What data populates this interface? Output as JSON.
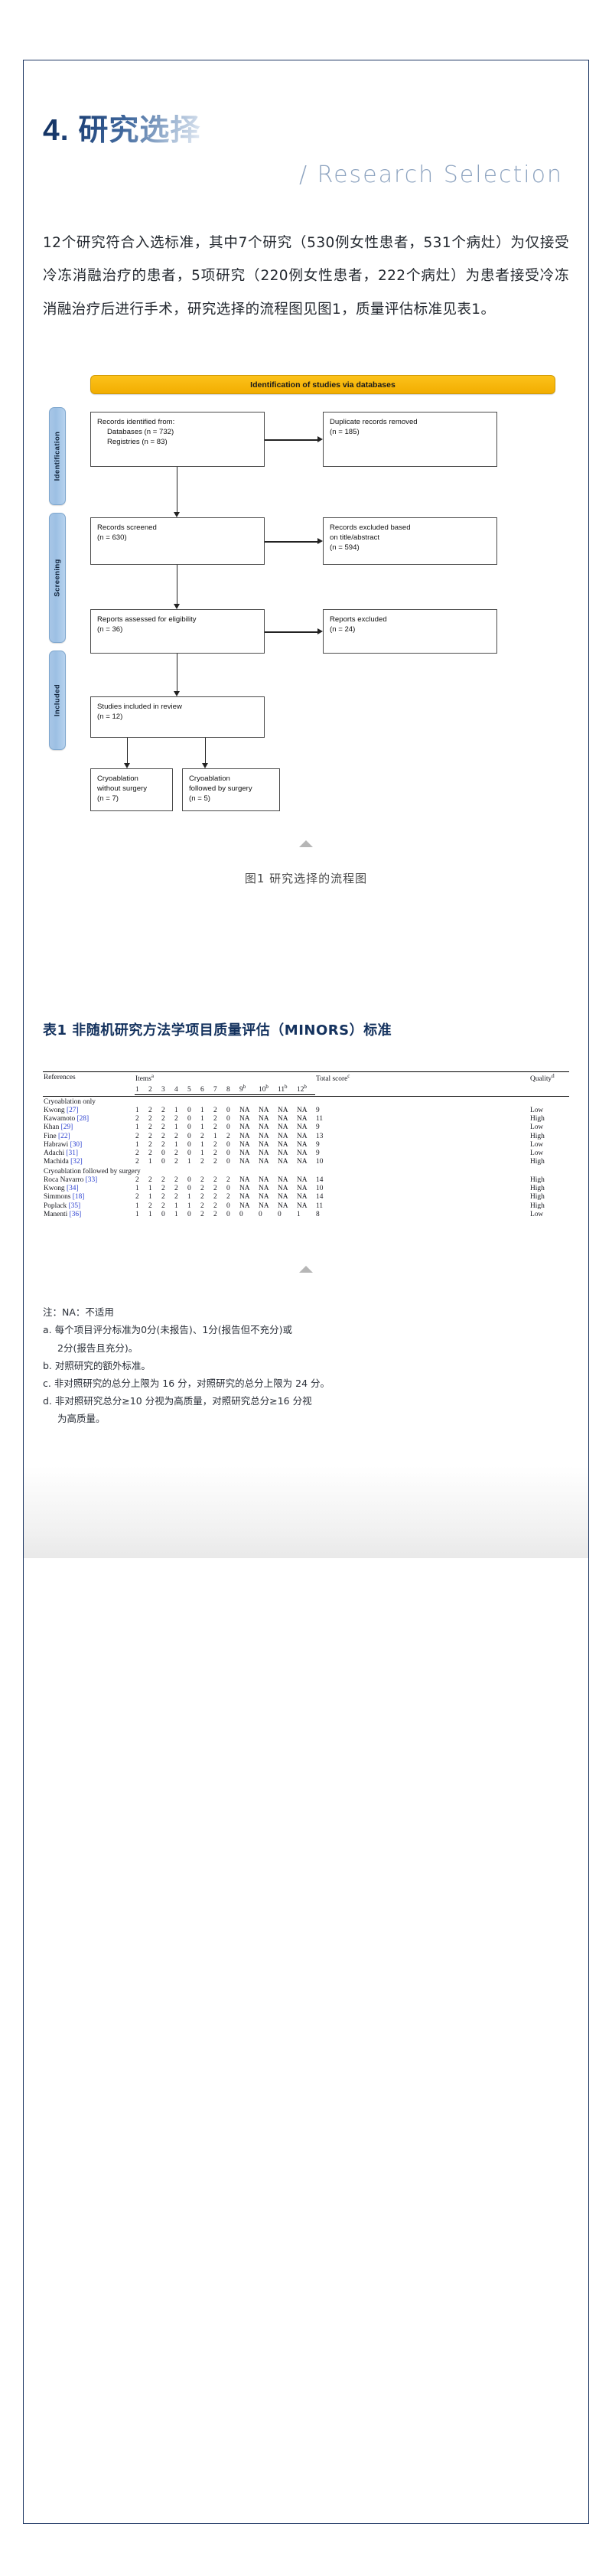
{
  "section": {
    "title_cn": "4. 研究选择",
    "title_en": "/ Research Selection"
  },
  "body": {
    "paragraph": "12个研究符合入选标准，其中7个研究（530例女性患者，531个病灶）为仅接受冷冻消融治疗的患者，5项研究（220例女性患者，222个病灶）为患者接受冷冻消融治疗后进行手术，研究选择的流程图见图1，质量评估标准见表1。"
  },
  "figure": {
    "banner": "Identification of studies via databases",
    "stage_labels": [
      "Identification",
      "Screening",
      "Included"
    ],
    "boxes": {
      "identified_title": "Records identified from:",
      "identified_l1": "Databases (n = 732)",
      "identified_l2": "Registries (n = 83)",
      "duplicates_l1": "Duplicate records removed",
      "duplicates_l2": "(n = 185)",
      "screened_l1": "Records screened",
      "screened_l2": "(n = 630)",
      "excluded_title_l1": "Records excluded based",
      "excluded_title_l2": "on title/abstract",
      "excluded_title_l3": "(n = 594)",
      "eligibility_l1": "Reports assessed for eligibility",
      "eligibility_l2": "(n = 36)",
      "reports_excluded_l1": "Reports excluded",
      "reports_excluded_l2": "(n = 24)",
      "included_l1": "Studies included in review",
      "included_l2": "(n = 12)",
      "cryo_nosurg_l1": "Cryoablation",
      "cryo_nosurg_l2": "without surgery",
      "cryo_nosurg_l3": "(n = 7)",
      "cryo_surg_l1": "Cryoablation",
      "cryo_surg_l2": "followed by surgery",
      "cryo_surg_l3": "(n = 5)"
    },
    "caption": "图1 研究选择的流程图"
  },
  "table": {
    "title": "表1 非随机研究方法学项目质量评估（MINORS）标准",
    "headers": {
      "references": "References",
      "items": "Items",
      "items_sup": "a",
      "total": "Total score",
      "total_sup": "c",
      "quality": "Quality",
      "quality_sup": "d"
    },
    "item_columns": [
      "1",
      "2",
      "3",
      "4",
      "5",
      "6",
      "7",
      "8",
      "9",
      "10",
      "11",
      "12"
    ],
    "item_sups": [
      "",
      "",
      "",
      "",
      "",
      "",
      "",
      "",
      "b",
      "b",
      "b",
      "b"
    ],
    "groups": [
      {
        "label": "Cryoablation only",
        "rows": [
          {
            "name": "Kwong",
            "ref": "[27]",
            "items": [
              "1",
              "2",
              "2",
              "1",
              "0",
              "1",
              "2",
              "0",
              "NA",
              "NA",
              "NA",
              "NA"
            ],
            "total": "9",
            "quality": "Low"
          },
          {
            "name": "Kawamoto",
            "ref": "[28]",
            "items": [
              "2",
              "2",
              "2",
              "2",
              "0",
              "1",
              "2",
              "0",
              "NA",
              "NA",
              "NA",
              "NA"
            ],
            "total": "11",
            "quality": "High"
          },
          {
            "name": "Khan",
            "ref": "[29]",
            "items": [
              "1",
              "2",
              "2",
              "1",
              "0",
              "1",
              "2",
              "0",
              "NA",
              "NA",
              "NA",
              "NA"
            ],
            "total": "9",
            "quality": "Low"
          },
          {
            "name": "Fine",
            "ref": "[22]",
            "items": [
              "2",
              "2",
              "2",
              "2",
              "0",
              "2",
              "1",
              "2",
              "NA",
              "NA",
              "NA",
              "NA"
            ],
            "total": "13",
            "quality": "High"
          },
          {
            "name": "Habrawi",
            "ref": "[30]",
            "items": [
              "1",
              "2",
              "2",
              "1",
              "0",
              "1",
              "2",
              "0",
              "NA",
              "NA",
              "NA",
              "NA"
            ],
            "total": "9",
            "quality": "Low"
          },
          {
            "name": "Adachi",
            "ref": "[31]",
            "items": [
              "2",
              "2",
              "0",
              "2",
              "0",
              "1",
              "2",
              "0",
              "NA",
              "NA",
              "NA",
              "NA"
            ],
            "total": "9",
            "quality": "Low"
          },
          {
            "name": "Machida",
            "ref": "[32]",
            "items": [
              "2",
              "1",
              "0",
              "2",
              "1",
              "2",
              "2",
              "0",
              "NA",
              "NA",
              "NA",
              "NA"
            ],
            "total": "10",
            "quality": "High"
          }
        ]
      },
      {
        "label": "Cryoablation followed by surgery",
        "rows": [
          {
            "name": "Roca Navarro",
            "ref": "[33]",
            "items": [
              "2",
              "2",
              "2",
              "2",
              "0",
              "2",
              "2",
              "2",
              "NA",
              "NA",
              "NA",
              "NA"
            ],
            "total": "14",
            "quality": "High"
          },
          {
            "name": "Kwong",
            "ref": "[34]",
            "items": [
              "1",
              "1",
              "2",
              "2",
              "0",
              "2",
              "2",
              "0",
              "NA",
              "NA",
              "NA",
              "NA"
            ],
            "total": "10",
            "quality": "High"
          },
          {
            "name": "Simmons",
            "ref": "[18]",
            "items": [
              "2",
              "1",
              "2",
              "2",
              "1",
              "2",
              "2",
              "2",
              "NA",
              "NA",
              "NA",
              "NA"
            ],
            "total": "14",
            "quality": "High"
          },
          {
            "name": "Poplack",
            "ref": "[35]",
            "items": [
              "1",
              "2",
              "2",
              "1",
              "1",
              "2",
              "2",
              "0",
              "NA",
              "NA",
              "NA",
              "NA"
            ],
            "total": "11",
            "quality": "High"
          },
          {
            "name": "Manenti",
            "ref": "[36]",
            "items": [
              "1",
              "1",
              "0",
              "1",
              "0",
              "2",
              "2",
              "0",
              "0",
              "0",
              "0",
              "1"
            ],
            "total": "8",
            "quality": "Low"
          }
        ]
      }
    ]
  },
  "notes": {
    "na": "注：NA：不适用",
    "a1": "a. 每个项目评分标准为0分(未报告)、1分(报告但不充分)或",
    "a2": "2分(报告且充分)。",
    "b": "b. 对照研究的额外标准。",
    "c": "c. 非对照研究的总分上限为 16 分，对照研究的总分上限为 24 分。",
    "d1": "d. 非对照研究总分≥10 分视为高质量，对照研究总分≥16 分视",
    "d2": "为高质量。"
  },
  "colors": {
    "frame": "#1f3864",
    "banner": "#f2ad00",
    "stage": "#9cc0e4",
    "title_accent": "#14325e",
    "ref_link": "#2a3fd0"
  }
}
